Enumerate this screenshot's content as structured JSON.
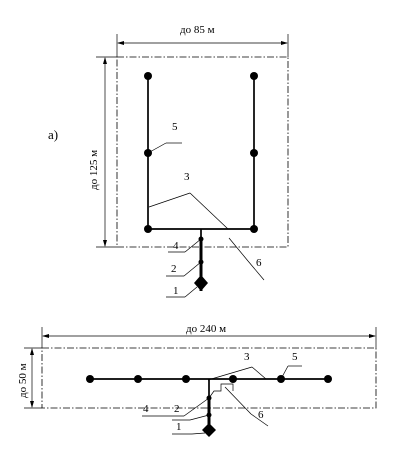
{
  "diagram_a": {
    "label": "а)",
    "width_dim": "до 85 м",
    "height_dim": "до 125 м",
    "callouts": [
      "1",
      "2",
      "3",
      "4",
      "5",
      "6"
    ]
  },
  "diagram_b": {
    "width_dim": "до 240 м",
    "height_dim": "до 50 м",
    "callouts": [
      "1",
      "2",
      "3",
      "4",
      "5",
      "6"
    ]
  }
}
